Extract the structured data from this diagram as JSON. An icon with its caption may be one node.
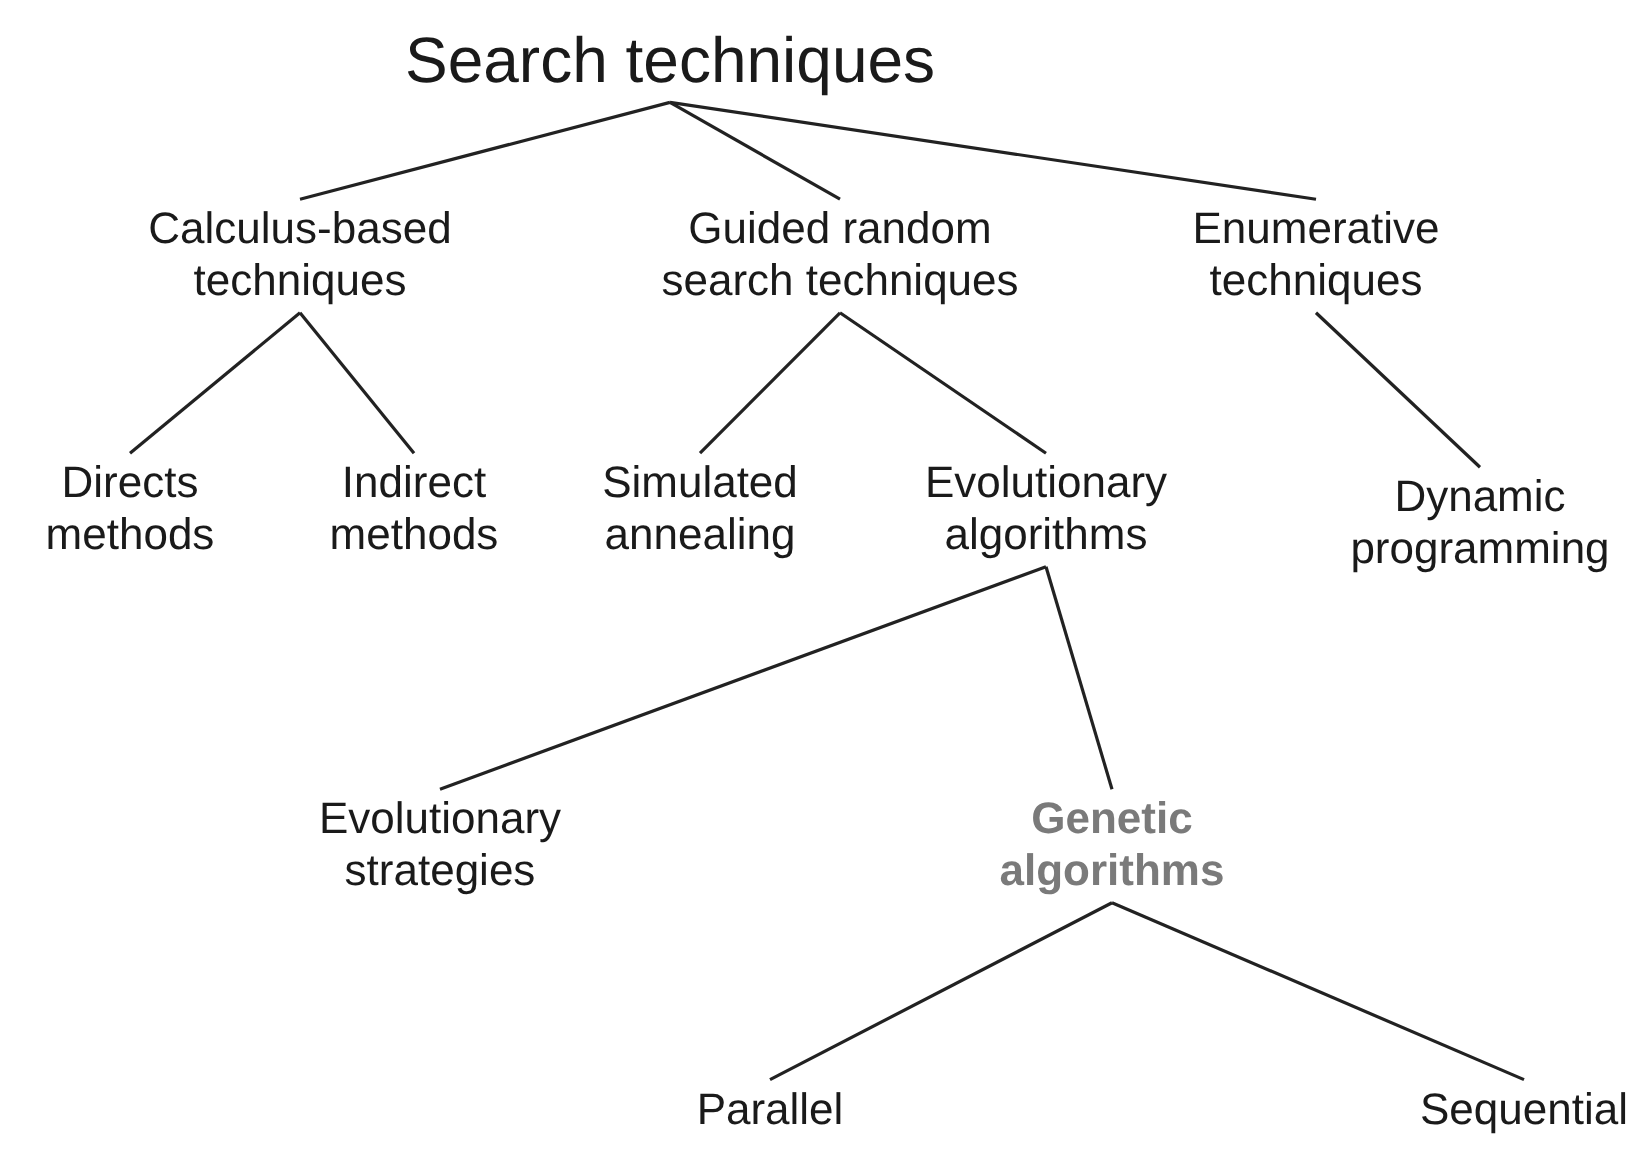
{
  "diagram": {
    "nodes": [
      {
        "text": [
          "Search techniques"
        ]
      },
      {
        "text": [
          "Calculus-based techniques"
        ]
      },
      {
        "text": [
          "Guided random search techniques"
        ]
      },
      {
        "text": [
          "Enumerative techniques"
        ]
      },
      {
        "text": [
          "Directs methods"
        ]
      },
      {
        "text": [
          "Indirect methods"
        ]
      },
      {
        "text": [
          "Simulated annealing"
        ]
      },
      {
        "text": [
          "Evolutionary algorithms"
        ]
      },
      {
        "text": [
          "Dynamic programming"
        ]
      },
      {
        "text": [
          "Evolutionary strategies"
        ]
      },
      {
        "text": [
          "Genetic algorithms"
        ]
      },
      {
        "text": [
          "Parallel"
        ]
      },
      {
        "text": [
          "Sequential"
        ]
      }
    ],
    "edges": [
      {
        "from": 0,
        "to": 1,
        "arrow": "none"
      },
      {
        "from": 0,
        "to": 2,
        "arrow": "none"
      },
      {
        "from": 0,
        "to": 3,
        "arrow": "none"
      },
      {
        "from": 1,
        "to": 4,
        "arrow": "none"
      },
      {
        "from": 1,
        "to": 5,
        "arrow": "none"
      },
      {
        "from": 2,
        "to": 6,
        "arrow": "none"
      },
      {
        "from": 2,
        "to": 7,
        "arrow": "none"
      },
      {
        "from": 3,
        "to": 8,
        "arrow": "none"
      },
      {
        "from": 7,
        "to": 9,
        "arrow": "none"
      },
      {
        "from": 7,
        "to": 10,
        "arrow": "none"
      },
      {
        "from": 10,
        "to": 11,
        "arrow": "none"
      },
      {
        "from": 10,
        "to": 12,
        "arrow": "none"
      }
    ]
  }
}
